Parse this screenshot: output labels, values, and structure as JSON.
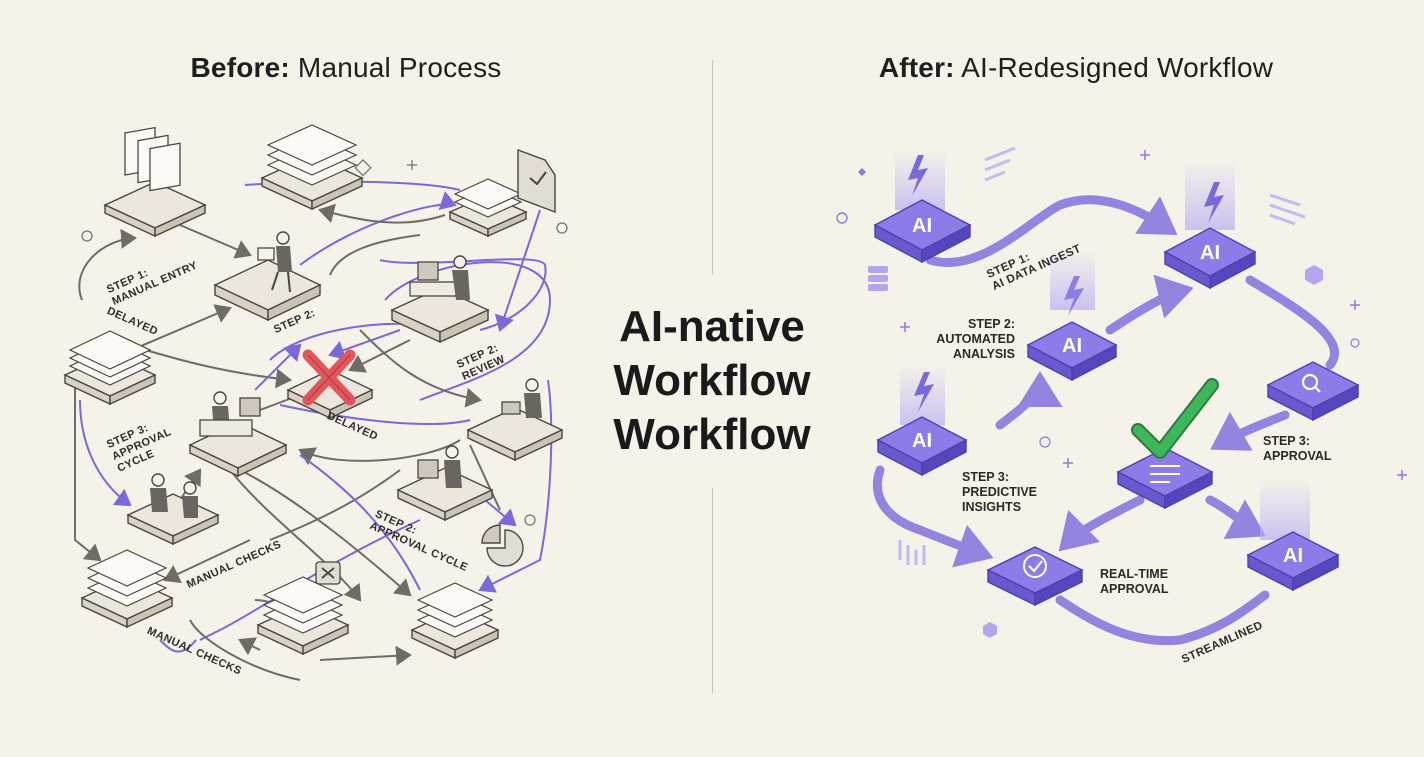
{
  "before": {
    "title_bold": "Before:",
    "title_rest": " Manual Process",
    "labels": {
      "step1": "STEP 1:\nMANUAL ENTRY",
      "step2": "STEP 2:",
      "delayed_left": "DELAYED",
      "step2_review": "STEP 2:\nREVIEW",
      "step3": "STEP 3:\nAPPROVAL\nCYCLE",
      "delayed_center": "DELAYED",
      "step2_approval": "STEP 2:\nAPPROVAL CYCLE",
      "manual_checks_1": "MANUAL CHECKS",
      "manual_checks_2": "MANUAL CHECKS"
    }
  },
  "center": {
    "title": "AI-native\nWorkflow\nWorkflow"
  },
  "after": {
    "title_bold": "After:",
    "title_rest": " AI-Redesigned Workflow",
    "node_text": "AI",
    "labels": {
      "step1": "STEP 1:\nAI DATA INGEST",
      "step2": "STEP 2:\nAUTOMATED\nANALYSIS",
      "step3_insights": "STEP 3:\nPREDICTIVE\nINSIGHTS",
      "step3_approval": "STEP 3:\nAPPROVAL",
      "realtime": "REAL-TIME\nAPPROVAL",
      "streamlined": "STREAMLINED"
    }
  },
  "colors": {
    "background": "#f5f2ea",
    "accent_purple": "#7b68d9",
    "flow_purple": "#8b7be0",
    "manual_gray": "#6f6b66",
    "error_red": "#e2555a",
    "success_green": "#3cb85a"
  }
}
